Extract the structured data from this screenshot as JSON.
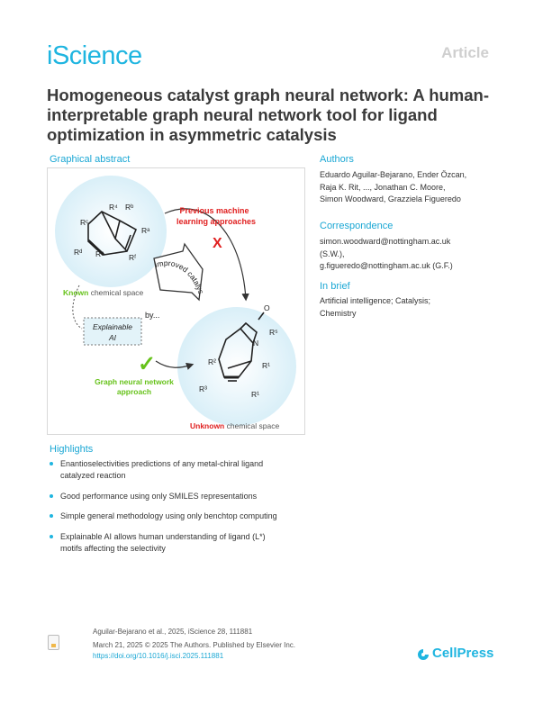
{
  "header": {
    "journal": "iScience",
    "article_type": "Article"
  },
  "title": "Homogeneous catalyst graph neural network: A human-interpretable graph neural network tool for ligand optimization in asymmetric catalysis",
  "graphical_abstract": {
    "heading": "Graphical abstract",
    "previous_1": "Previous machine",
    "previous_2": "learning approaches",
    "cross": "X",
    "arrow_word": "improved catalysis",
    "by": "by...",
    "known_word": "Known",
    "known_rest": " chemical space",
    "xai_1": "Explainable",
    "xai_2": "AI",
    "check": "✓",
    "gnn_1": "Graph neural network",
    "gnn_2": "approach",
    "unknown_word": "Unknown",
    "unknown_rest": " chemical space",
    "mol1_labels": {
      "r4": "R⁴",
      "rb": "Rᵇ",
      "rc": "Rᶜ",
      "ra": "Rᵃ",
      "rd": "Rᵈ",
      "re": "Rᵉ",
      "rf": "Rᶠ"
    },
    "mol2_labels": {
      "o": "O",
      "n": "N",
      "r5": "R⁵",
      "r2": "R²",
      "r1a": "R¹",
      "r3": "R³",
      "r1b": "R¹"
    }
  },
  "authors": {
    "heading": "Authors",
    "lines": [
      "Eduardo Aguilar-Bejarano, Ender Özcan,",
      "Raja K. Rit, ..., Jonathan C. Moore,",
      "Simon Woodward, Grazziela Figueredo"
    ]
  },
  "correspondence": {
    "heading": "Correspondence",
    "lines": [
      "simon.woodward@nottingham.ac.uk",
      "(S.W.),",
      "g.figueredo@nottingham.ac.uk (G.F.)"
    ]
  },
  "in_brief": {
    "heading": "In brief",
    "lines": [
      "Artificial intelligence; Catalysis;",
      "Chemistry"
    ]
  },
  "highlights": {
    "heading": "Highlights",
    "items": [
      [
        "Enantioselectivities predictions of any metal-chiral ligand",
        "catalyzed reaction"
      ],
      [
        "Good performance using only SMILES representations"
      ],
      [
        "Simple general methodology using only benchtop computing"
      ],
      [
        "Explainable AI allows human understanding of ligand (L*)",
        "motifs affecting the selectivity"
      ]
    ]
  },
  "footer": {
    "citation": "Aguilar-Bejarano et al., 2025, iScience 28, 111881",
    "date": "March 21, 2025 © 2025 The Authors. Published by Elsevier Inc.",
    "doi": "https://doi.org/10.1016/j.isci.2025.111881",
    "brand": "CellPress"
  },
  "colors": {
    "accent": "#1fb5e0",
    "red": "#e02020",
    "green": "#66c21a",
    "bubble": "#e3f3f9"
  }
}
